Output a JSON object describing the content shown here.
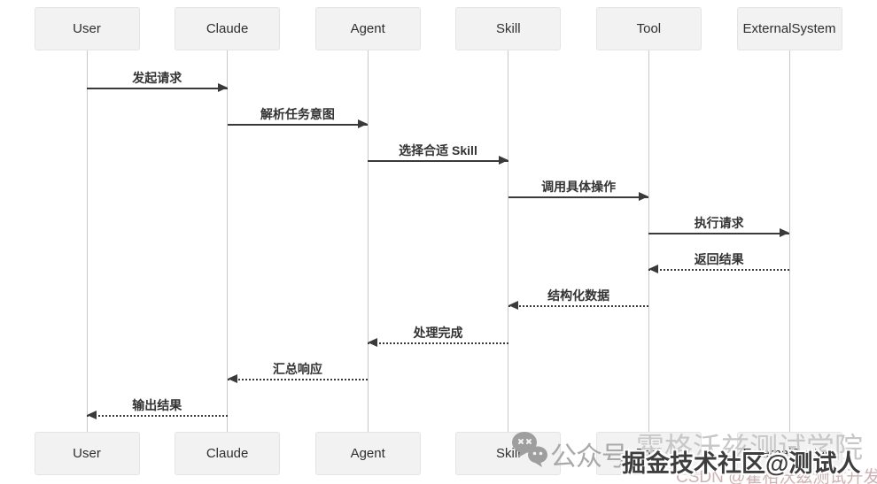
{
  "diagram": {
    "type": "sequence",
    "actors": [
      {
        "id": "user",
        "label": "User"
      },
      {
        "id": "claude",
        "label": "Claude"
      },
      {
        "id": "agent",
        "label": "Agent"
      },
      {
        "id": "skill",
        "label": "Skill"
      },
      {
        "id": "tool",
        "label": "Tool"
      },
      {
        "id": "external-system",
        "label": "ExternalSystem"
      }
    ],
    "messages": [
      {
        "from": 0,
        "to": 1,
        "label": "发起请求",
        "line": "solid"
      },
      {
        "from": 1,
        "to": 2,
        "label": "解析任务意图",
        "line": "solid"
      },
      {
        "from": 2,
        "to": 3,
        "label": "选择合适 Skill",
        "line": "solid"
      },
      {
        "from": 3,
        "to": 4,
        "label": "调用具体操作",
        "line": "solid"
      },
      {
        "from": 4,
        "to": 5,
        "label": "执行请求",
        "line": "solid"
      },
      {
        "from": 5,
        "to": 4,
        "label": "返回结果",
        "line": "dashed"
      },
      {
        "from": 4,
        "to": 3,
        "label": "结构化数据",
        "line": "dashed"
      },
      {
        "from": 3,
        "to": 2,
        "label": "处理完成",
        "line": "dashed"
      },
      {
        "from": 2,
        "to": 1,
        "label": "汇总响应",
        "line": "dashed"
      },
      {
        "from": 1,
        "to": 0,
        "label": "输出结果",
        "line": "dashed"
      }
    ]
  },
  "watermarks": {
    "wechat_label": "公众号",
    "wechat_name": "霍格沃兹测试学院",
    "juejin": "掘金技术社区@测试人",
    "csdn": "CSDN @霍格沃兹测试开发"
  },
  "colors": {
    "background": "#ffffff",
    "actor_fill": "#f2f2f2",
    "actor_border": "#e4e4e4",
    "actor_text": "#2f2f2f",
    "lifeline": "#c9c9c9",
    "arrow": "#3a3a3a",
    "message_text": "#333333",
    "wechat_gray": "#a9a9a9",
    "wechat_name_gray": "#c7c7c7",
    "juejin_dark": "#3d3d3d",
    "csdn_pink": "#cdb2b2"
  }
}
